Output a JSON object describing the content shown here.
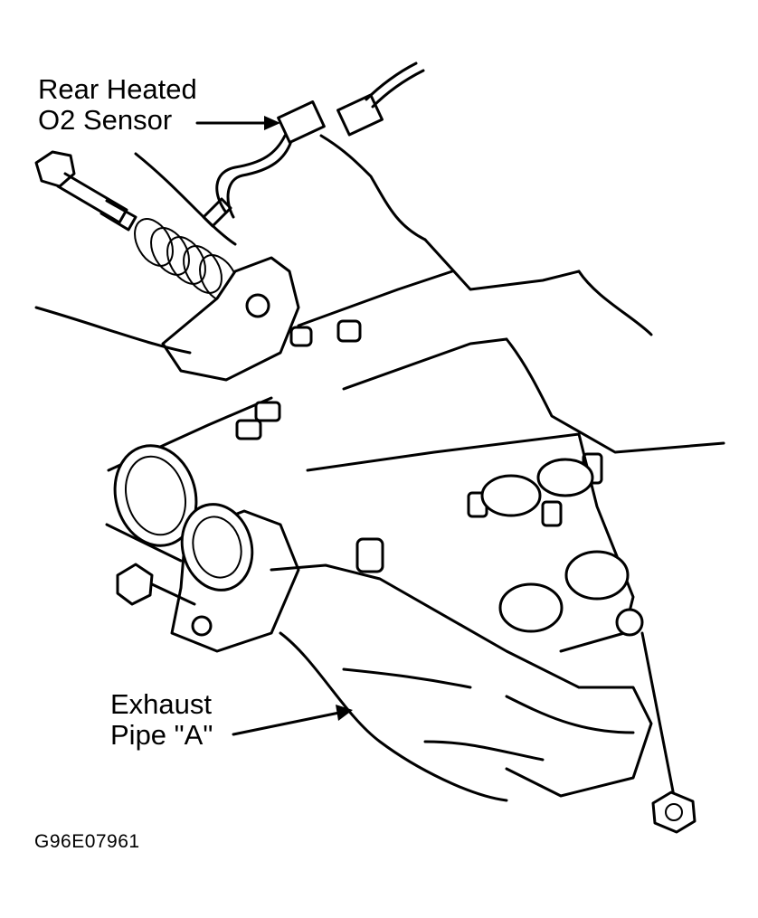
{
  "labels": {
    "o2_sensor_line1": "Rear Heated",
    "o2_sensor_line2": "O2 Sensor",
    "exhaust_pipe_line1": "Exhaust",
    "exhaust_pipe_line2": "Pipe \"A\""
  },
  "figure_code": "G96E07961",
  "colors": {
    "ink": "#000000",
    "paper": "#ffffff"
  }
}
